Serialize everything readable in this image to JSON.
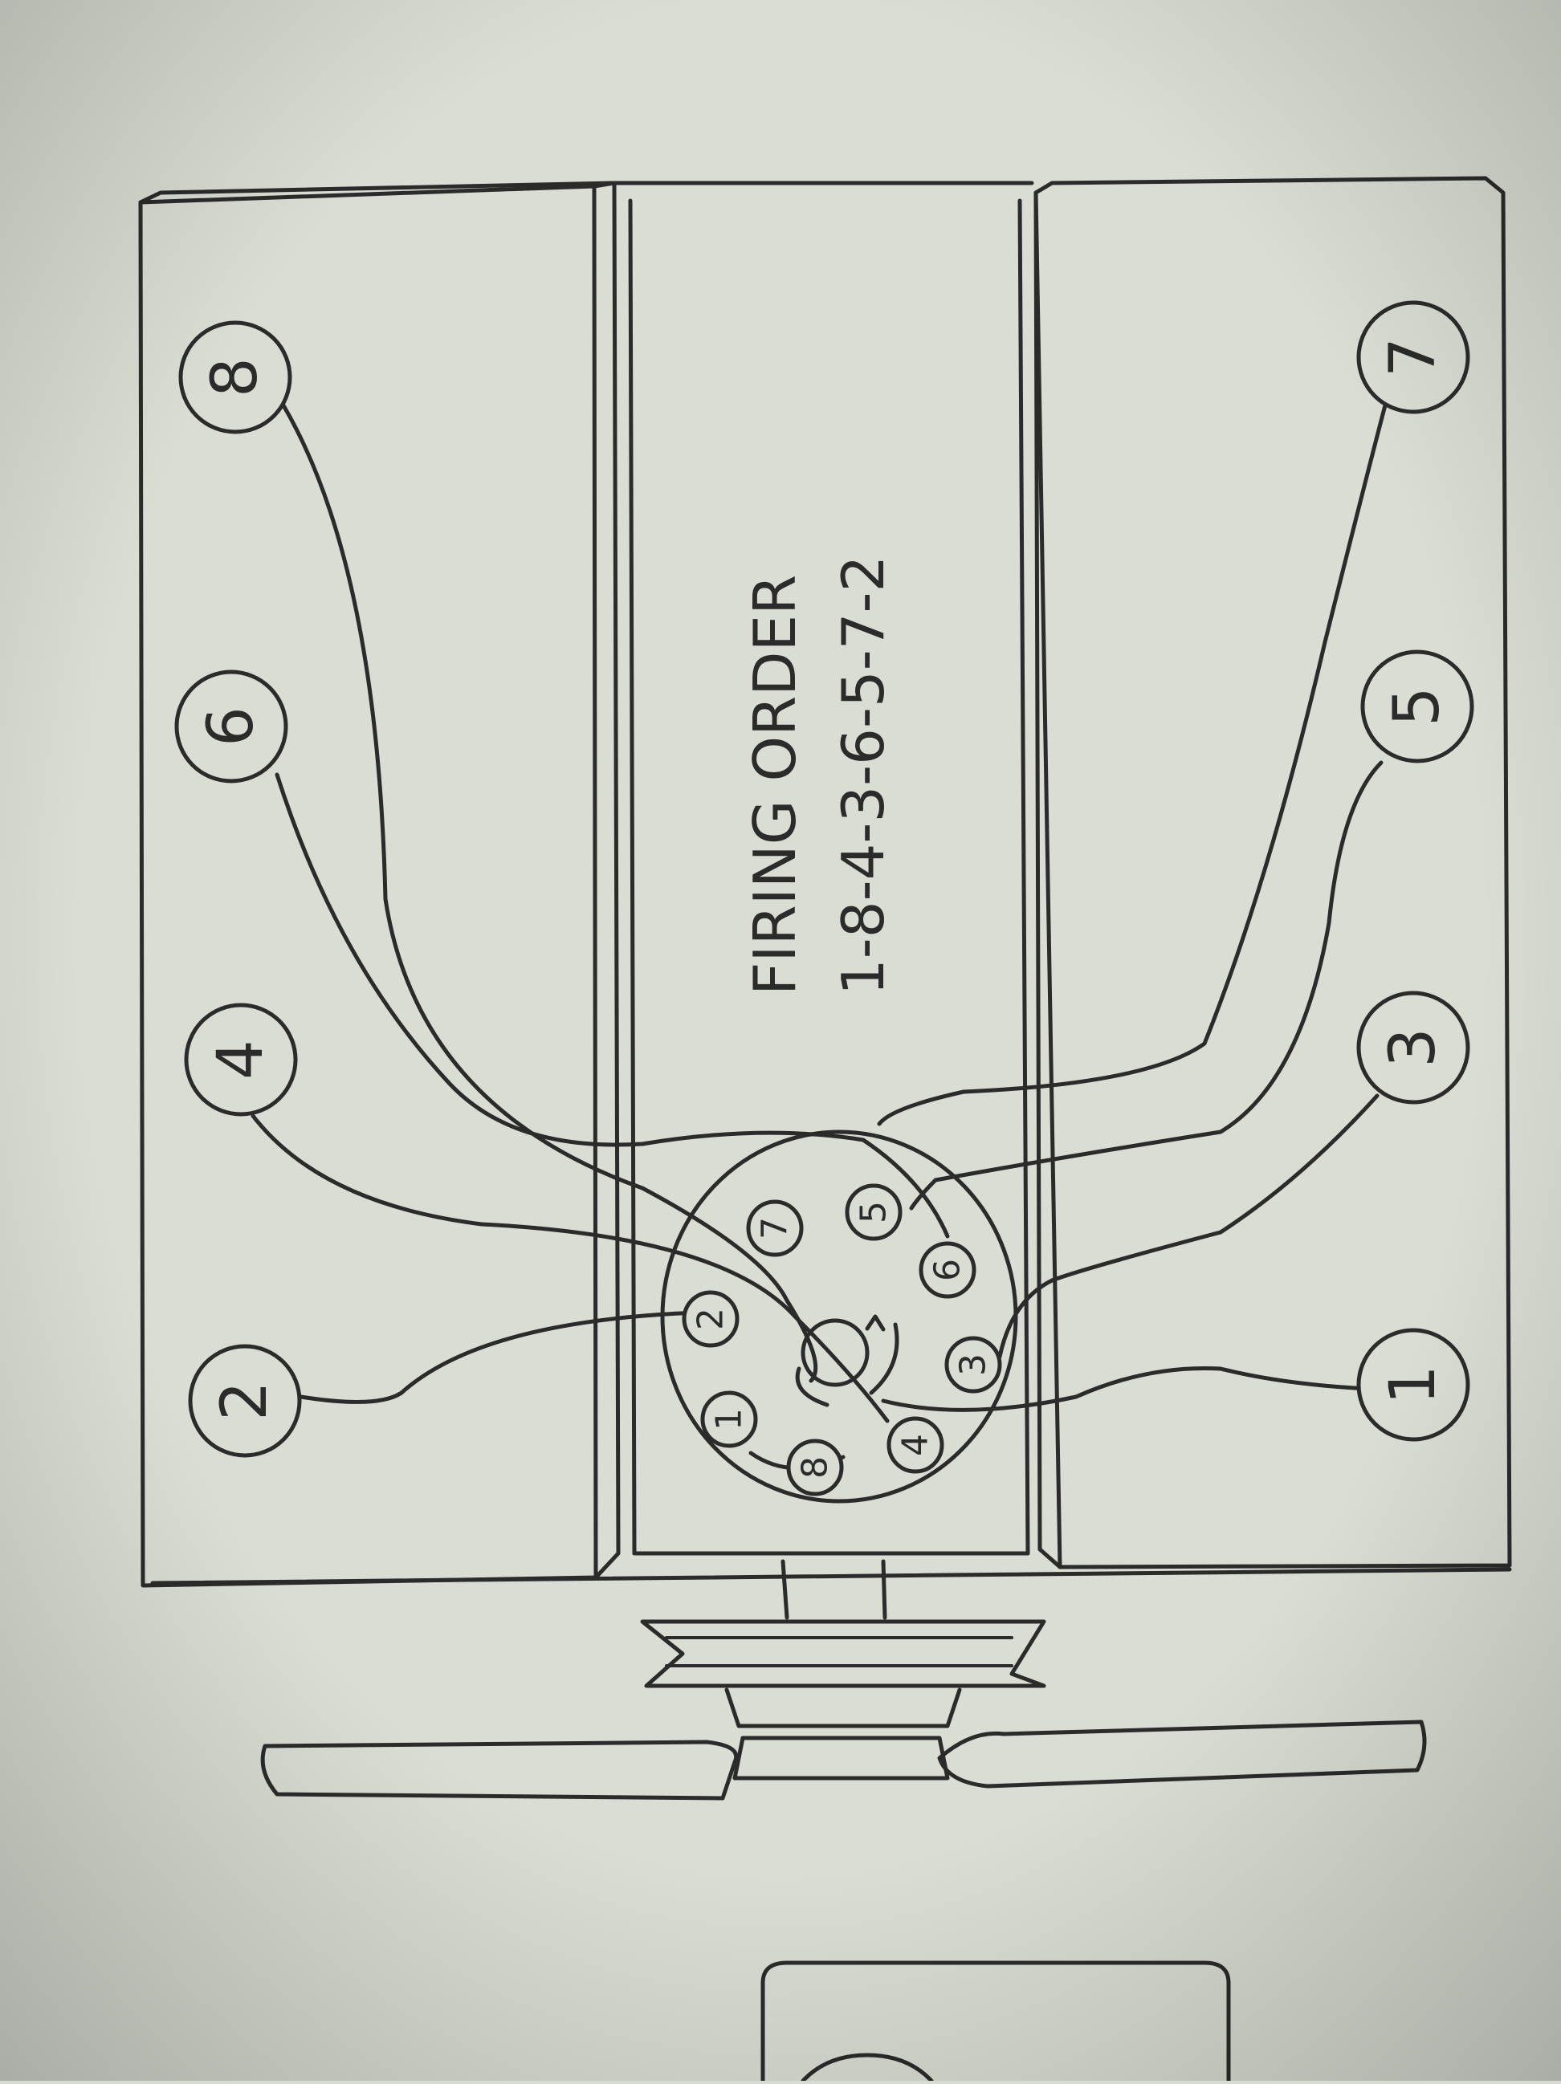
{
  "diagram": {
    "title": "FIRING ORDER",
    "firing_order": "1-8-4-3-6-5-7-2",
    "bank_left_cylinders": [
      "8",
      "6",
      "4",
      "2"
    ],
    "bank_right_cylinders": [
      "7",
      "5",
      "3",
      "1"
    ],
    "distributor_terminals": [
      "1",
      "8",
      "4",
      "3",
      "6",
      "5",
      "7",
      "2"
    ],
    "colors": {
      "paper": "#d7dbd2",
      "ink": "#2b2b2b"
    }
  }
}
